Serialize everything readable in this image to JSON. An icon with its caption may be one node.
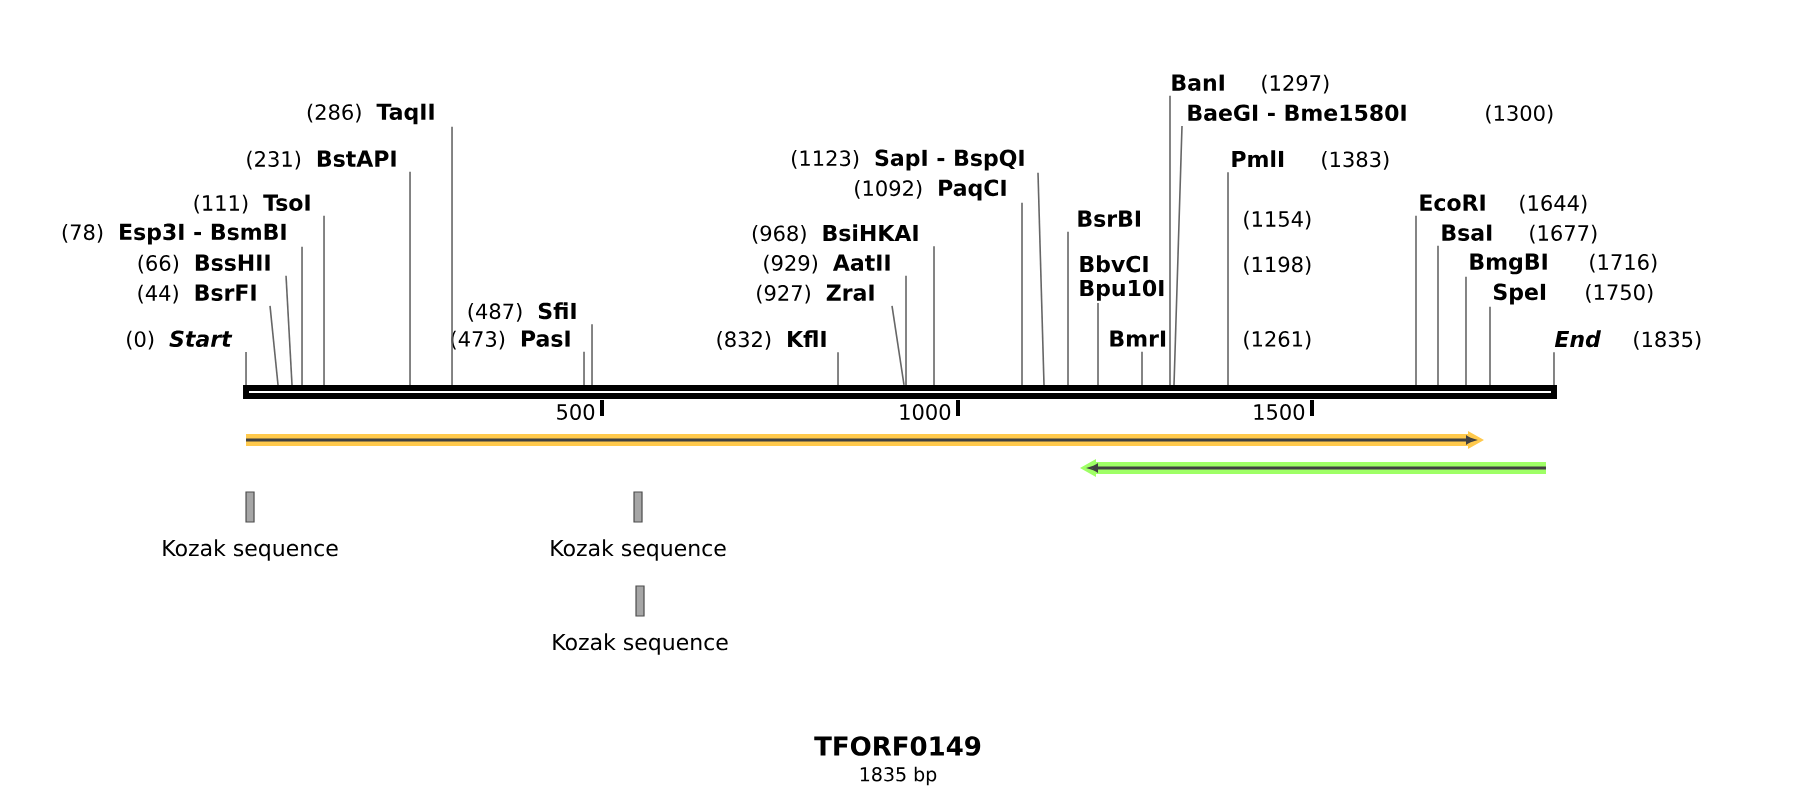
{
  "diagram": {
    "title": "TFORF0149",
    "caption": "1835 bp",
    "nodes": [
      {
        "text": [],
        "shape": "bar"
      },
      {
        "text": [
          "(286)",
          "TaqII"
        ]
      },
      {
        "text": [
          "(231)",
          "BstAPI"
        ]
      },
      {
        "text": [
          "(111)",
          "TsoI"
        ]
      },
      {
        "text": [
          "(78)",
          "Esp3I - BsmBI"
        ]
      },
      {
        "text": [
          "(66)",
          "BssHII"
        ]
      },
      {
        "text": [
          "(44)",
          "BsrFI"
        ]
      },
      {
        "text": [
          "(0)",
          "Start"
        ]
      },
      {
        "text": [
          "(487)",
          "SfiI"
        ]
      },
      {
        "text": [
          "(473)",
          "PasI"
        ]
      },
      {
        "text": [
          "(1123)",
          "SapI - BspQI"
        ]
      },
      {
        "text": [
          "(1092)",
          "PaqCI"
        ]
      },
      {
        "text": [
          "(968)",
          "BsiHKAI"
        ]
      },
      {
        "text": [
          "(929)",
          "AatII"
        ]
      },
      {
        "text": [
          "(927)",
          "ZraI"
        ]
      },
      {
        "text": [
          "(832)",
          "KflI"
        ]
      },
      {
        "text": [
          "BanI",
          "(1297)"
        ]
      },
      {
        "text": [
          "BaeGI - Bme1580I",
          "(1300)"
        ]
      },
      {
        "text": [
          "PmlI",
          "(1383)"
        ]
      },
      {
        "text": [
          "BsrBI",
          "(1154)"
        ]
      },
      {
        "text": [
          "BbvCI",
          "(1198)",
          "Bpu10I"
        ]
      },
      {
        "text": [
          "BmrI",
          "(1261)"
        ]
      },
      {
        "text": [
          "EcoRI",
          "(1644)"
        ]
      },
      {
        "text": [
          "BsaI",
          "(1677)"
        ]
      },
      {
        "text": [
          "BmgBI",
          "(1716)"
        ]
      },
      {
        "text": [
          "SpeI",
          "(1750)"
        ]
      },
      {
        "text": [
          "End",
          "(1835)"
        ]
      },
      {
        "text": [
          "Kozak sequence"
        ]
      },
      {
        "text": [
          "Kozak sequence"
        ]
      },
      {
        "text": [
          "Kozak sequence"
        ]
      }
    ],
    "edges": [
      {
        "from": 1,
        "to": 0,
        "arrow": "none"
      },
      {
        "from": 2,
        "to": 0,
        "arrow": "none"
      },
      {
        "from": 3,
        "to": 0,
        "arrow": "none"
      },
      {
        "from": 4,
        "to": 0,
        "arrow": "none"
      },
      {
        "from": 5,
        "to": 0,
        "arrow": "none"
      },
      {
        "from": 6,
        "to": 0,
        "arrow": "none"
      },
      {
        "from": 7,
        "to": 0,
        "arrow": "none"
      },
      {
        "from": 8,
        "to": 0,
        "arrow": "none"
      },
      {
        "from": 9,
        "to": 0,
        "arrow": "none"
      },
      {
        "from": 10,
        "to": 0,
        "arrow": "none"
      },
      {
        "from": 11,
        "to": 0,
        "arrow": "none"
      },
      {
        "from": 12,
        "to": 0,
        "arrow": "none"
      },
      {
        "from": 13,
        "to": 0,
        "arrow": "none"
      },
      {
        "from": 14,
        "to": 0,
        "arrow": "none"
      },
      {
        "from": 15,
        "to": 0,
        "arrow": "none"
      },
      {
        "from": 16,
        "to": 0,
        "arrow": "none"
      },
      {
        "from": 17,
        "to": 0,
        "arrow": "none"
      },
      {
        "from": 18,
        "to": 0,
        "arrow": "none"
      },
      {
        "from": 19,
        "to": 0,
        "arrow": "none"
      },
      {
        "from": 20,
        "to": 0,
        "arrow": "none"
      },
      {
        "from": 21,
        "to": 0,
        "arrow": "none"
      },
      {
        "from": 22,
        "to": 0,
        "arrow": "none"
      },
      {
        "from": 23,
        "to": 0,
        "arrow": "none"
      },
      {
        "from": 24,
        "to": 0,
        "arrow": "none"
      },
      {
        "from": 25,
        "to": 0,
        "arrow": "none"
      },
      {
        "from": 26,
        "to": 0,
        "arrow": "none"
      }
    ],
    "labels": [
      "500",
      "1000",
      "1500"
    ]
  }
}
